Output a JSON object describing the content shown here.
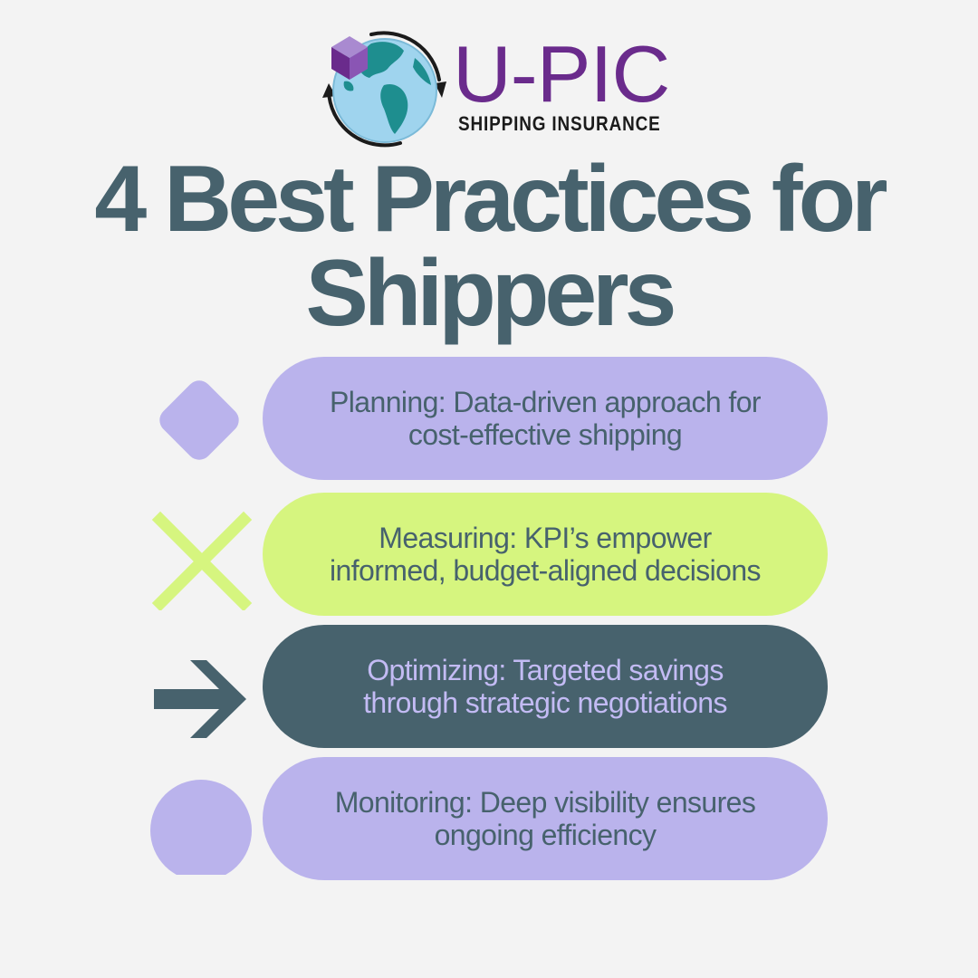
{
  "logo": {
    "brand": "U-PIC",
    "tagline": "SHIPPING INSURANCE",
    "icons": [
      "globe-icon",
      "purple-box-icon",
      "circular-arrows-icon"
    ]
  },
  "headline": {
    "line1": "4 Best Practices for",
    "line2": "Shippers"
  },
  "practices": [
    {
      "icon": "diamond-icon",
      "line1": "Planning: Data-driven approach for",
      "line2": "cost-effective shipping"
    },
    {
      "icon": "x-icon",
      "line1": "Measuring: KPI’s empower",
      "line2": "informed, budget-aligned decisions"
    },
    {
      "icon": "arrow-right-icon",
      "line1": "Optimizing: Targeted savings",
      "line2": "through strategic negotiations"
    },
    {
      "icon": "circle-icon",
      "line1": "Monitoring: Deep visibility ensures",
      "line2": "ongoing efficiency"
    }
  ],
  "colors": {
    "background": "#f3f3f3",
    "slate": "#47626d",
    "lavender": "#bab3ec",
    "lime": "#d6f57f",
    "brand_purple": "#6a2b8c",
    "pill_text_light": "#c3bbf4",
    "tagline_black": "#1b1b1b"
  }
}
